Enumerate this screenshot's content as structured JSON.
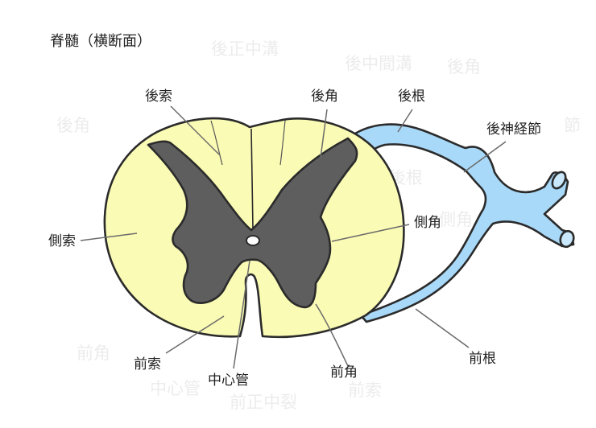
{
  "title": "脊髄（横断面）",
  "labels": {
    "posterior_funiculus": "後索",
    "posterior_horn": "後角",
    "posterior_root": "後根",
    "spinal_ganglion": "後神経節",
    "lateral_funiculus": "側索",
    "lateral_horn": "側角",
    "anterior_funiculus": "前索",
    "central_canal": "中心管",
    "anterior_horn": "前角",
    "anterior_root": "前根"
  },
  "background_faint_text": {
    "t1": "後正中溝",
    "t2": "後中間溝",
    "t3": "後角",
    "t4": "後根",
    "t5": "側角",
    "t6": "前角",
    "t7": "中心管",
    "t8": "前正中裂",
    "t9": "前索",
    "t10": "後角",
    "t11": "節"
  },
  "colors": {
    "white_matter": "#fafbb4",
    "gray_matter": "#5e5e5e",
    "nerve": "#a9d9f8",
    "outline": "#2b2b2b",
    "leader": "#6b6b6b"
  }
}
